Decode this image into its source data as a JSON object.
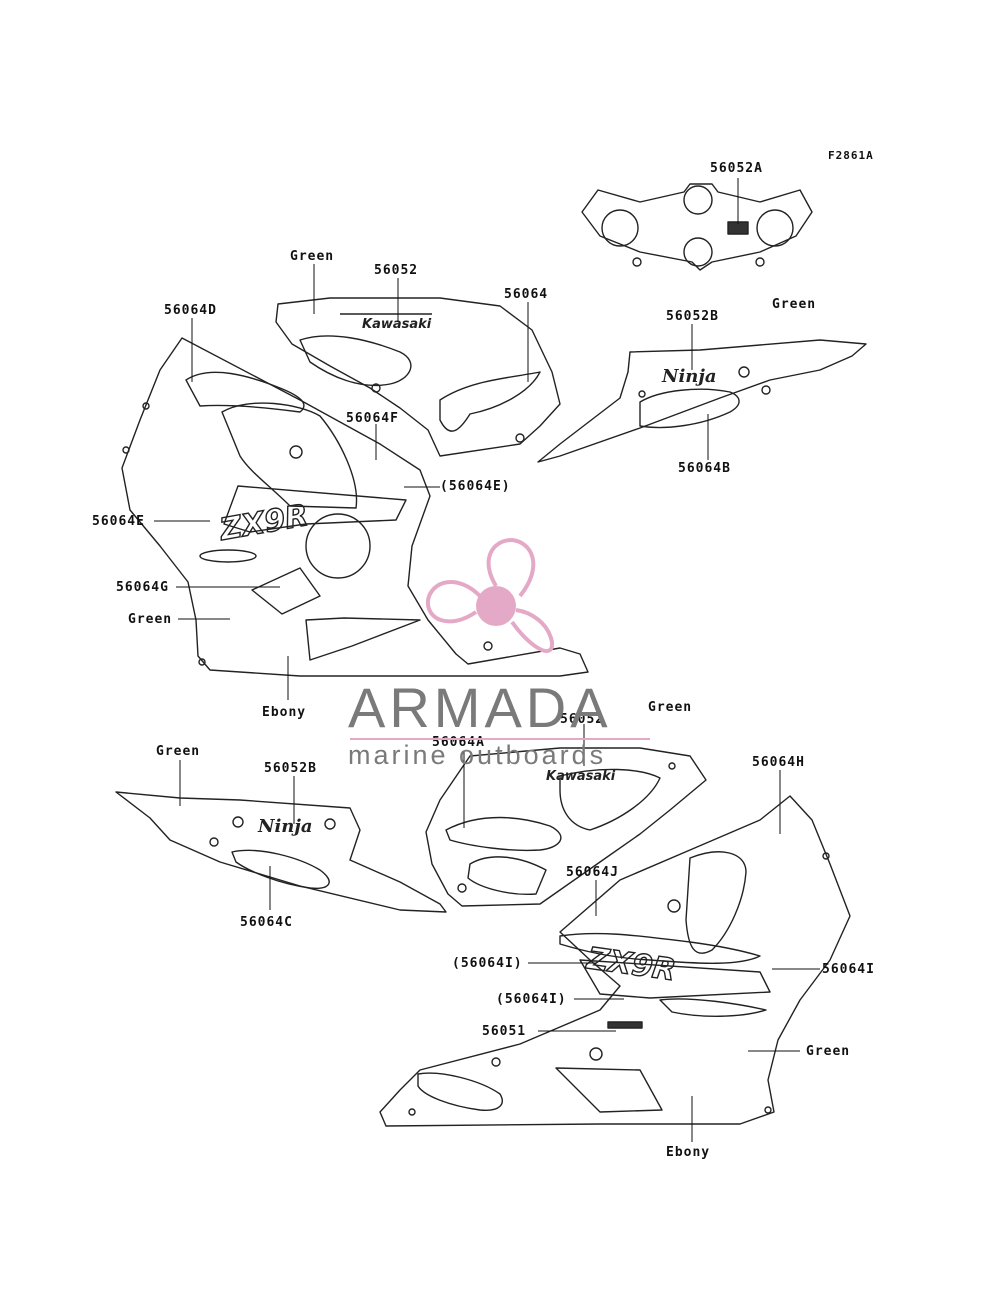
{
  "figure_code": "F2861A",
  "callouts": {
    "c_56052A": "56052A",
    "c_green_top": "Green",
    "c_56052_top": "56052",
    "c_56064": "56064",
    "c_green_tr": "Green",
    "c_56064D": "56064D",
    "c_56052B_top": "56052B",
    "c_56064F": "56064F",
    "c_56064E_paren": "(56064E)",
    "c_56064B": "56064B",
    "c_56064E": "56064E",
    "c_56064G": "56064G",
    "c_green_left": "Green",
    "c_ebony_left": "Ebony",
    "c_green_mid": "Green",
    "c_56052_mid": "56052",
    "c_56064A": "56064A",
    "c_green_bl": "Green",
    "c_56052B_bl": "56052B",
    "c_56064H": "56064H",
    "c_56064J": "56064J",
    "c_56064C": "56064C",
    "c_56064I_paren1": "(56064I)",
    "c_56064I": "56064I",
    "c_56064I_paren2": "(56064I)",
    "c_56051": "56051",
    "c_green_br": "Green",
    "c_ebony_br": "Ebony"
  },
  "decals": {
    "kawasaki": "Kawasaki",
    "ninja": "Ninja",
    "zx9r": "ZX9R"
  },
  "watermark": {
    "title": "ARMADA",
    "subtitle": "marine outboards",
    "color": "#e4a9c6"
  }
}
